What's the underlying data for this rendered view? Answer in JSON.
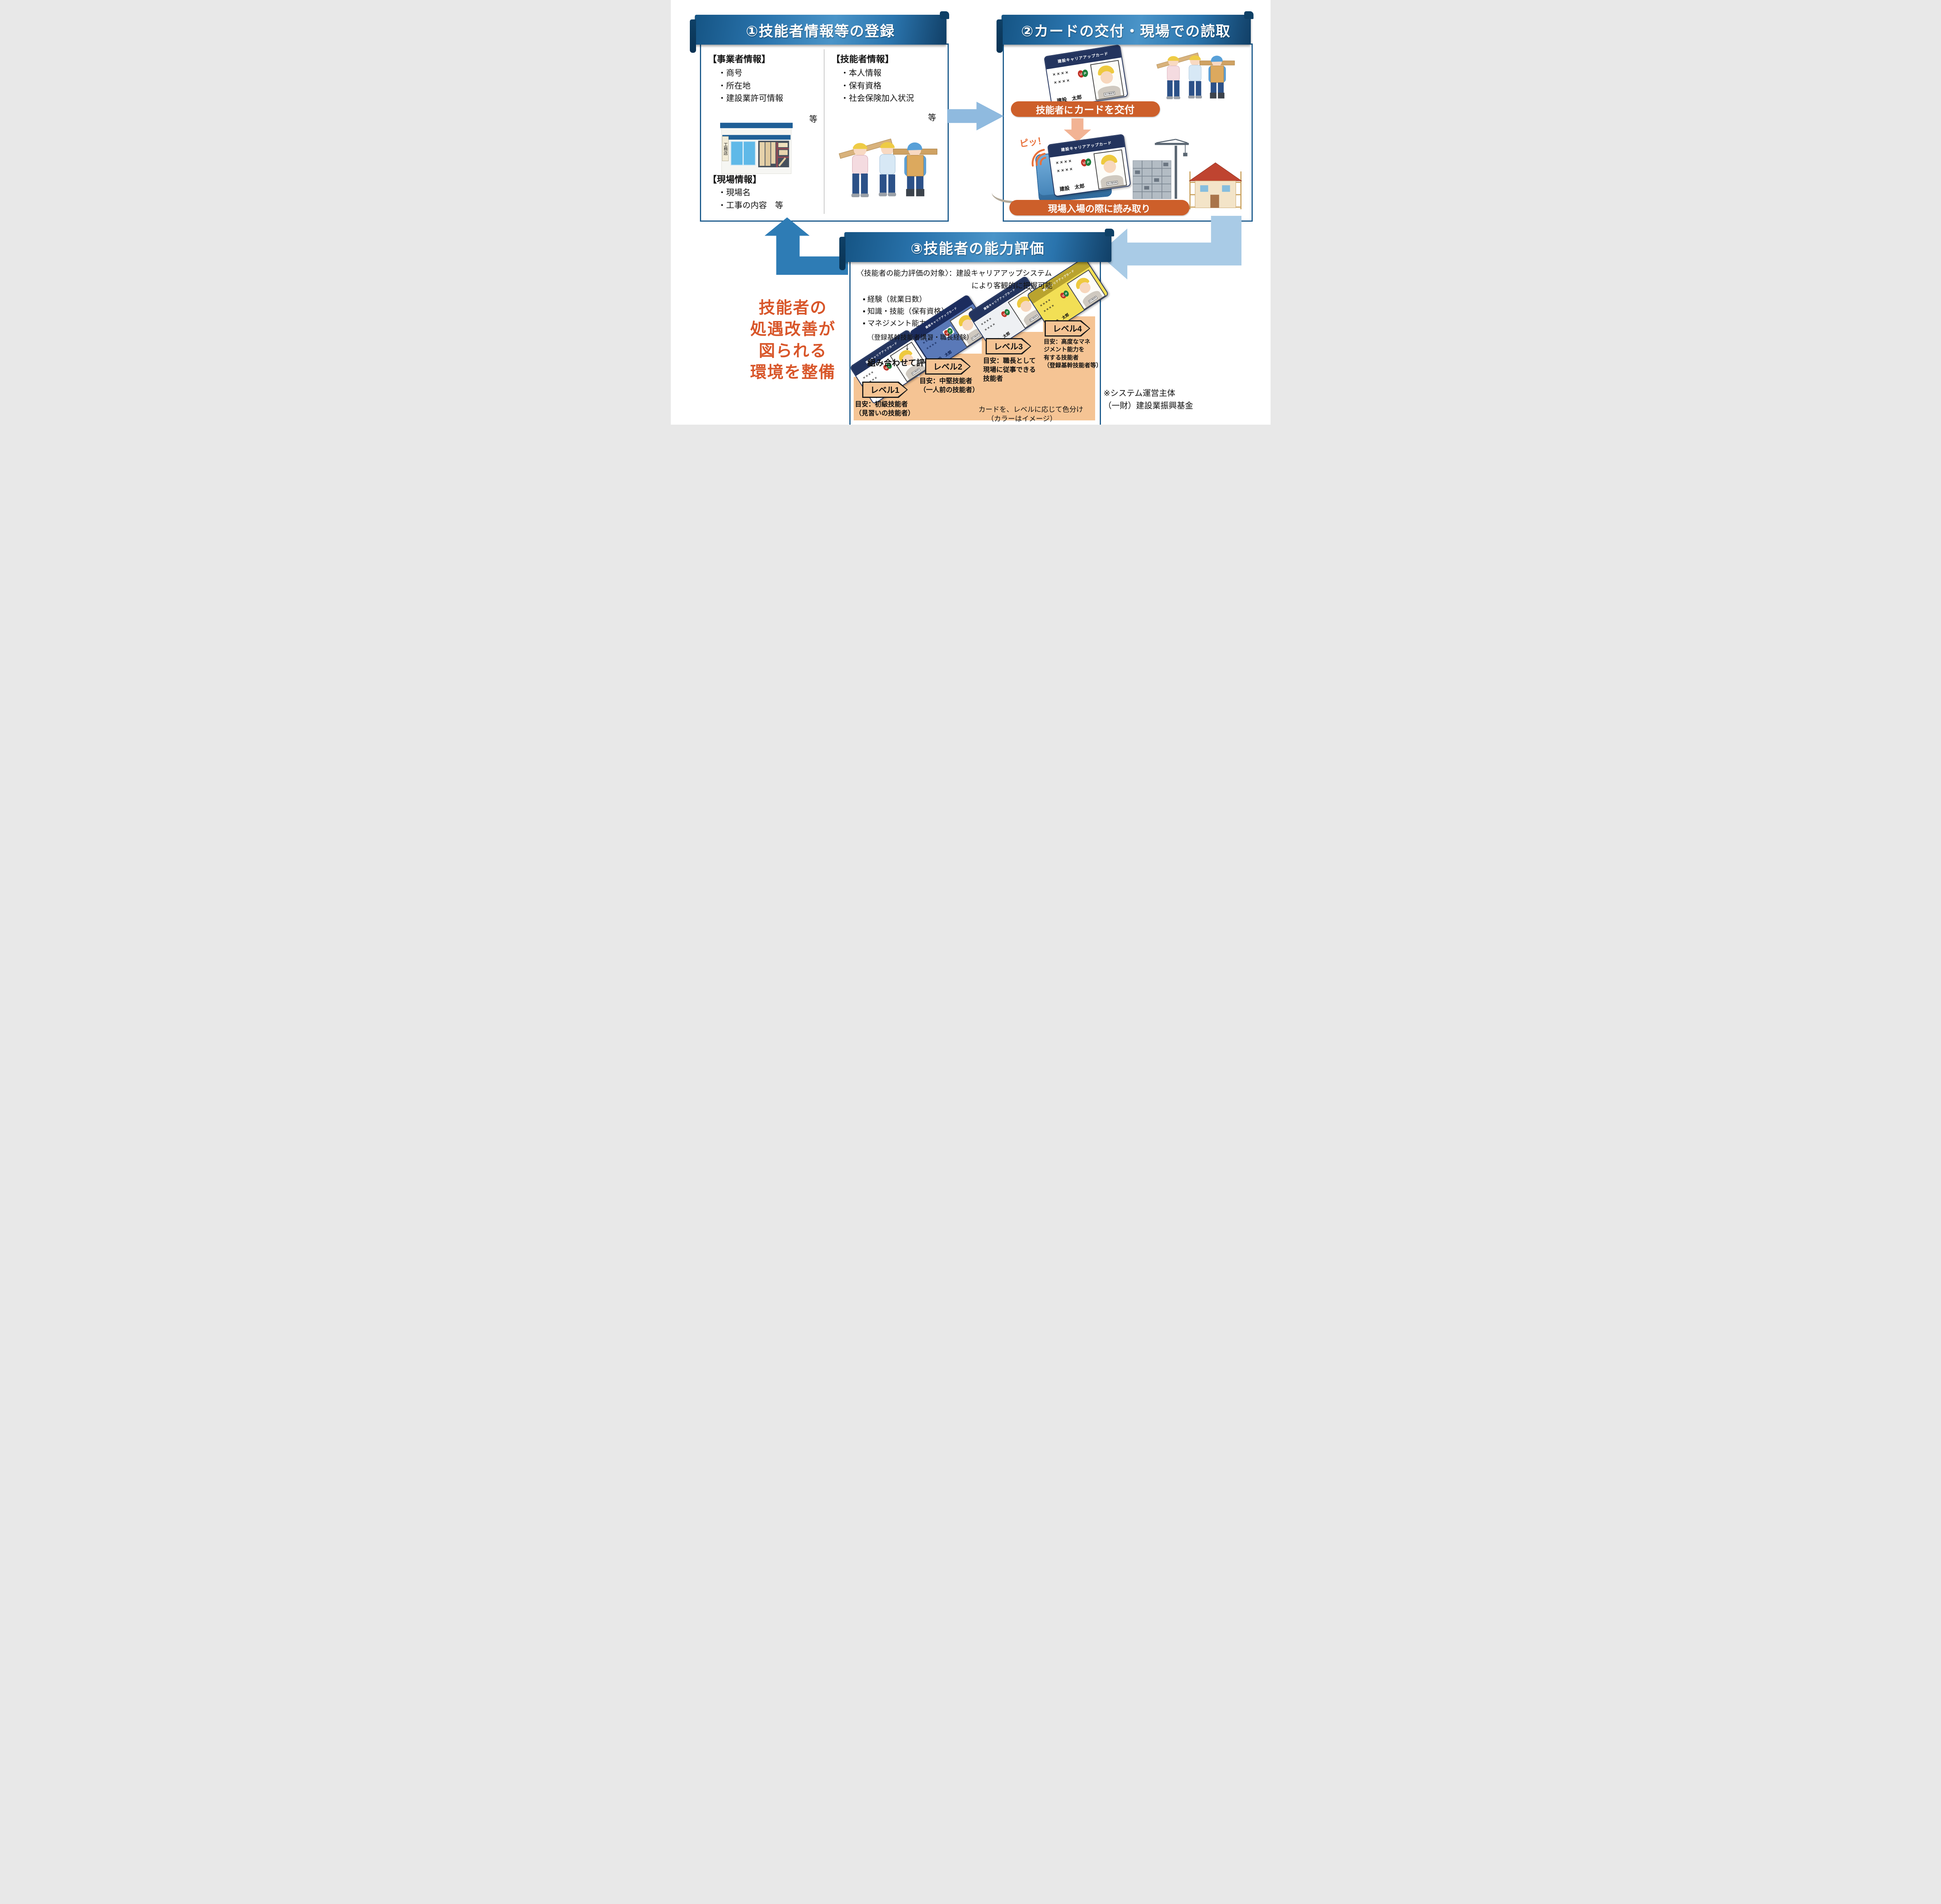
{
  "colors": {
    "banner_blue": "#2a74ad",
    "box_border": "#1b5a8c",
    "accent_orange": "#cd5f2a",
    "panel_orange": "#f5c494",
    "arrow_light_blue": "#8fbadf",
    "arrow_salmon": "#f2b394",
    "arrow_blue": "#2e7cb5",
    "card_navy": "#23345e",
    "headline_orange": "#d8562a"
  },
  "section1": {
    "banner": "①技能者情報等の登録",
    "business": {
      "heading": "【事業者情報】",
      "items": [
        "・商号",
        "・所在地",
        "・建設業許可情報"
      ],
      "etc": "等"
    },
    "worker": {
      "heading": "【技能者情報】",
      "items": [
        "・本人情報",
        "・保有資格",
        "・社会保険加入状況"
      ],
      "etc": "等"
    },
    "site": {
      "heading": "【現場情報】",
      "items": [
        "・現場名",
        "・工事の内容　等"
      ]
    },
    "shop_sign": "工務店"
  },
  "section2": {
    "banner": "②カードの交付・現場での読取",
    "band_issue_prefix": "技能者に",
    "band_issue_bold": "カードを交付",
    "beep": "ピッ！",
    "band_read": "現場入場の際に読み取り"
  },
  "card": {
    "title": "建設キャリアアップカード",
    "number_line1": "××××",
    "number_line2": "××××",
    "logo_u": "U",
    "logo_p": "P",
    "name": "建設　太郎",
    "photo_label": "他の職長等"
  },
  "section3": {
    "banner": "③技能者の能力評価",
    "target_label": "〈技能者の能力評価の対象〉：",
    "target_value_line1": "建設キャリアアップシステム",
    "target_value_line2": "により客観的に把握可能",
    "bullets": [
      "▪ 経験（就業日数）",
      "▪ 知識・技能（保有資格）",
      "▪ マネジメント能力"
    ],
    "bullet_note": "（登録基幹技能者講習・職長経験）",
    "arrow_down": "↓",
    "combine": "組み合わせて評価",
    "levels": [
      {
        "label": "レベル1",
        "desc_lines": [
          "目安：初級技能者",
          "（見習いの技能者）"
        ]
      },
      {
        "label": "レベル2",
        "desc_lines": [
          "目安：中堅技能者",
          "（一人前の技能者）"
        ]
      },
      {
        "label": "レベル3",
        "desc_lines": [
          "目安：職長として",
          "現場に従事できる",
          "技能者"
        ]
      },
      {
        "label": "レベル4",
        "desc_lines": [
          "目安：高度なマネ",
          "ジメント能力を",
          "有する技能者",
          "（登録基幹技能者等）"
        ]
      }
    ],
    "color_note_line1": "カードを、レベルに応じて色分け",
    "color_note_line2": "（カラーはイメージ）"
  },
  "left_message": {
    "lines": [
      "技能者の",
      "処遇改善が",
      "図られる",
      "環境を整備"
    ]
  },
  "footnote": {
    "line1": "※システム運営主体",
    "line2": "（一財）建設業振興基金"
  }
}
